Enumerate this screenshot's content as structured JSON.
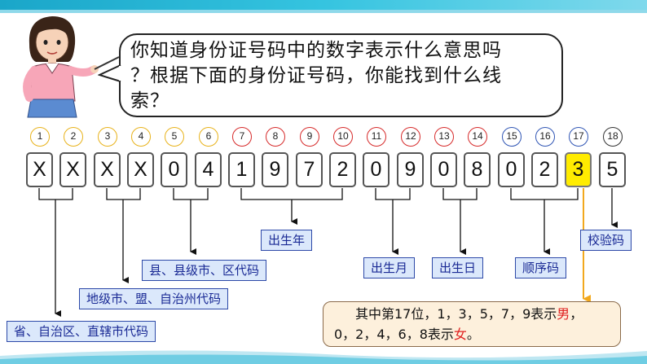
{
  "question": {
    "line1": "你知道身份证号码中的数字表示什么意思吗",
    "line2": "？根据下面的身份证号码，你能找到什么线",
    "line3": "索？"
  },
  "positions": [
    "1",
    "2",
    "3",
    "4",
    "5",
    "6",
    "7",
    "8",
    "9",
    "10",
    "11",
    "12",
    "13",
    "14",
    "15",
    "16",
    "17",
    "18"
  ],
  "digits": [
    "X",
    "X",
    "X",
    "X",
    "0",
    "4",
    "1",
    "9",
    "7",
    "2",
    "0",
    "9",
    "0",
    "8",
    "0",
    "2",
    "3",
    "5"
  ],
  "labels": {
    "birth_year": "出生年",
    "check_code": "校验码",
    "county_code": "县、县级市、区代码",
    "birth_month": "出生月",
    "birth_day": "出生日",
    "sequence_code": "顺序码",
    "city_code": "地级市、盟、自治州代码",
    "province_code": "省、自治区、直辖市代码"
  },
  "note": {
    "line1_a": "其中第17位，1，3，5，7，9表示",
    "line1_b": "男",
    "line1_c": "，",
    "line2_a": "0，2，4，6，8表示",
    "line2_b": "女",
    "line2_c": "。"
  },
  "colors": {
    "highlight": "#ffec00",
    "label_bg": "#dbe8fb",
    "label_text": "#1a2a95",
    "note_bg": "#fdf0dc",
    "accent_red": "#e02020",
    "arrow_orange": "#f2a81d"
  }
}
